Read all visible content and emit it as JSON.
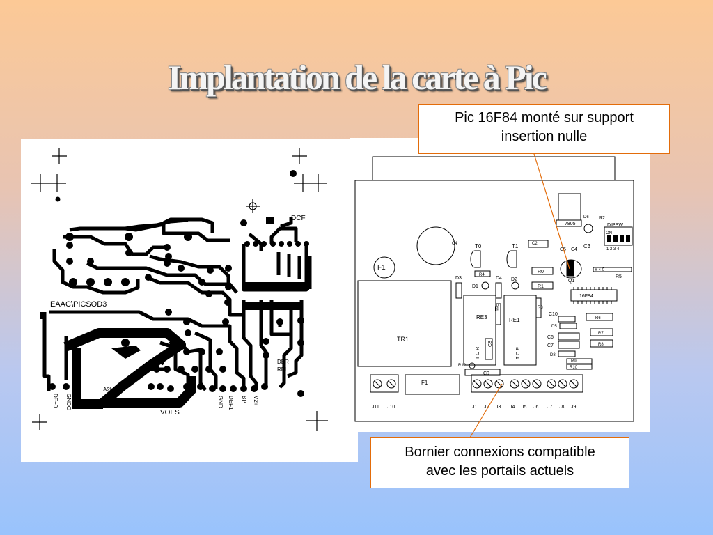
{
  "slide": {
    "title": "Implantation de la carte à Pic"
  },
  "callouts": {
    "pic": {
      "line1": "Pic 16F84 monté sur support",
      "line2": "insertion nulle"
    },
    "bornier": {
      "line1": "Bornier connexions compatible",
      "line2": "avec les portails actuels"
    }
  },
  "pcb": {
    "label_top": "DCF",
    "label_side": "EAAC\\PICSOD3",
    "label_bottom": "VOES",
    "label_mid": "A2N3E F",
    "pins": [
      "DE+0",
      "GNDO",
      "GND",
      "DEF1",
      "BP",
      "V2+"
    ],
    "label_dbr": "DBR",
    "label_rbi": "RBI"
  },
  "board": {
    "components": {
      "f1_fuse": "F1",
      "c4_cap": "C4",
      "t0": "T0",
      "t1": "T1",
      "c2": "C2",
      "c5": "C5",
      "c4": "C4",
      "c3": "C3",
      "reg": "7805",
      "d6": "D6",
      "r2": "R2",
      "dipsw": "DIPSW",
      "on": "ON",
      "dip_nums": "1 2 3 4",
      "r4": "R4",
      "r0": "R0",
      "r5": "R5",
      "q1": "Q1",
      "d3": "D3",
      "d4": "D4",
      "d2": "D2",
      "d1": "D1",
      "r1": "R1",
      "pic": "16F84",
      "r3": "R3",
      "c10": "C10",
      "d5": "D5",
      "c6": "C6",
      "c7": "C7",
      "d8": "D8",
      "r6": "R6",
      "r7": "R7",
      "r8": "R8",
      "r9": "R9",
      "r10": "R10",
      "tr1": "TR1",
      "re3": "RE3",
      "re1": "RE1",
      "r11": "R11",
      "c8": "C8",
      "c9": "C9",
      "r12": "R12",
      "f1_block": "F1",
      "tcr": "T C R",
      "resvar": "Y 4 0"
    },
    "connectors": [
      "J11",
      "J10",
      "J1",
      "J2",
      "J3",
      "J4",
      "J5",
      "J6",
      "J7",
      "J8",
      "J9"
    ]
  }
}
